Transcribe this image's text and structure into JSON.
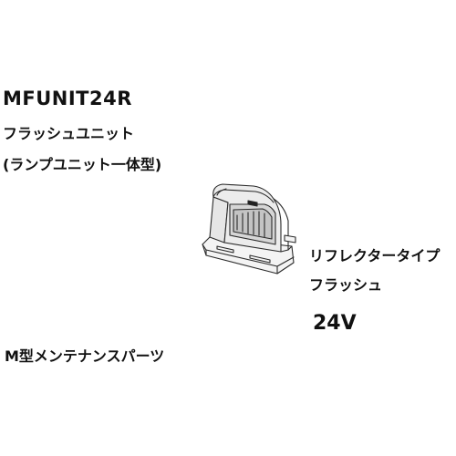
{
  "model": "MFUNIT24R",
  "product_name": "フラッシュユニット",
  "product_subtype": "(ランプユニット一体型)",
  "flash_type_line1": "リフレクタータイプ",
  "flash_type_line2": "フラッシュ",
  "voltage": "24V",
  "category": "M型メンテナンスパーツ",
  "illustration": {
    "icon": "flash-unit-icon",
    "stroke_color": "#2a2a2a"
  }
}
